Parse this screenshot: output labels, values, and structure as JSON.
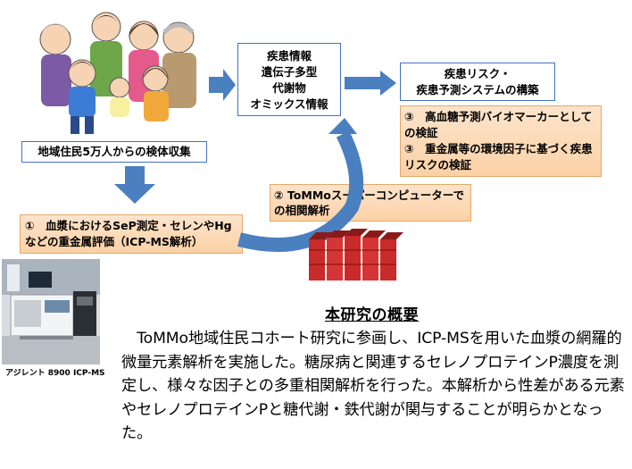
{
  "nodes": {
    "collection": "地域住民5万人からの検体収集",
    "disease_info": [
      "疾患情報",
      "遺伝子多型",
      "代謝物",
      "オミックス情報"
    ],
    "risk_system": [
      "疾患リスク・",
      "疾患予測システムの構築"
    ],
    "biomarker": [
      "③　高血糖予測バイオマーカーとしての検証",
      "③　重金属等の環境因子に基づく疾患リスクの検証"
    ],
    "supercomputer": "②  ToMMoスーパーコンピューターでの相関解析",
    "plasma": "①　血漿におけるSeP測定・セレンやHgなどの重金属評価（ICP-MS解析）"
  },
  "caption": "アジレント 8900 ICP-MS",
  "summary": {
    "title": "本研究の概要",
    "text": "ToMMo地域住民コホート研究に参画し、ICP-MSを用いた血漿の網羅的微量元素解析を実施した。糖尿病と関連するセレノプロテインP濃度を測定し、様々な因子との多重相関解析を行った。本解析から性差がある元素やセレノプロテインPと糖代謝・鉄代謝が関与することが明らかとなった。"
  },
  "colors": {
    "arrow": "#4a7fc0",
    "box_border": "#4472c4",
    "orange_fill": "#fbd1a6",
    "server_red": "#c92a2a"
  },
  "icons": [
    "family-illustration",
    "icp-ms-instrument-photo",
    "supercomputer-racks"
  ]
}
